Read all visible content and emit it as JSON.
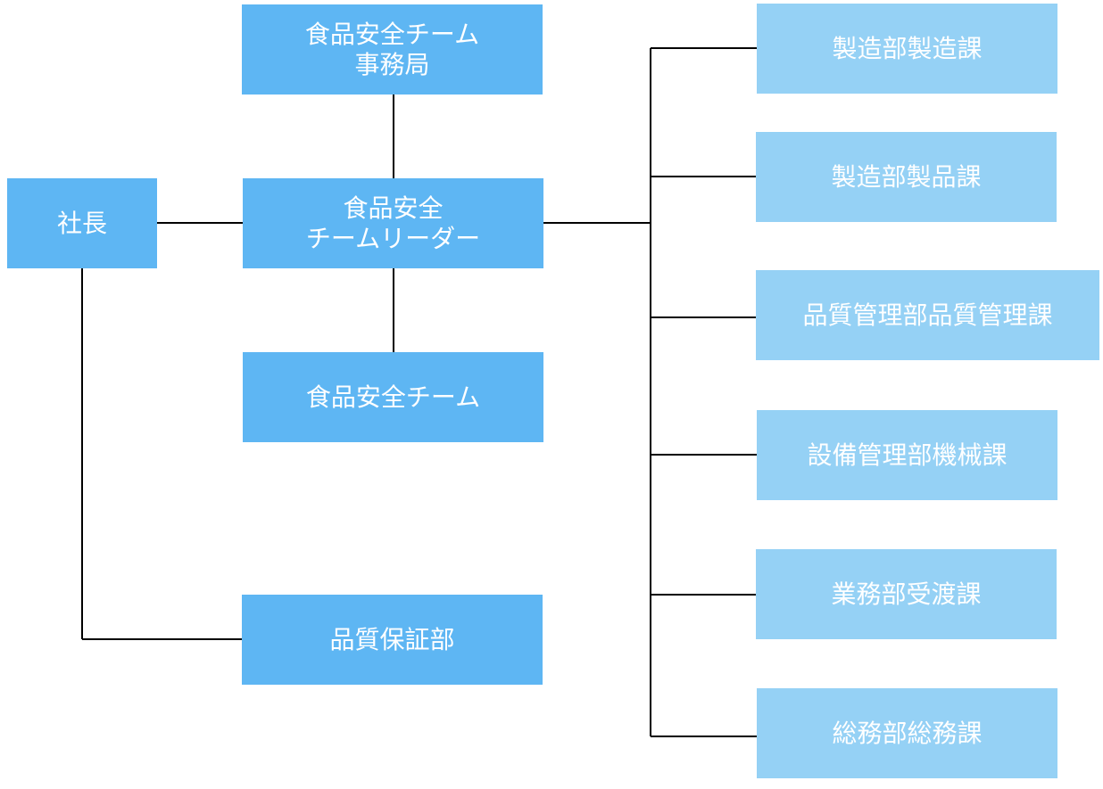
{
  "colors": {
    "primary_box": "#5eb6f3",
    "secondary_box": "#95d1f5",
    "text": "#ffffff",
    "connector": "#000000"
  },
  "president": {
    "label": "社長"
  },
  "secretariat": {
    "line1": "食品安全チーム",
    "line2": "事務局"
  },
  "leader": {
    "line1": "食品安全",
    "line2": "チームリーダー"
  },
  "team": {
    "label": "食品安全チーム"
  },
  "quality_assurance": {
    "label": "品質保証部"
  },
  "departments": [
    {
      "label": "製造部製造課"
    },
    {
      "label": "製造部製品課"
    },
    {
      "label": "品質管理部品質管理課"
    },
    {
      "label": "設備管理部機械課"
    },
    {
      "label": "業務部受渡課"
    },
    {
      "label": "総務部総務課"
    }
  ]
}
